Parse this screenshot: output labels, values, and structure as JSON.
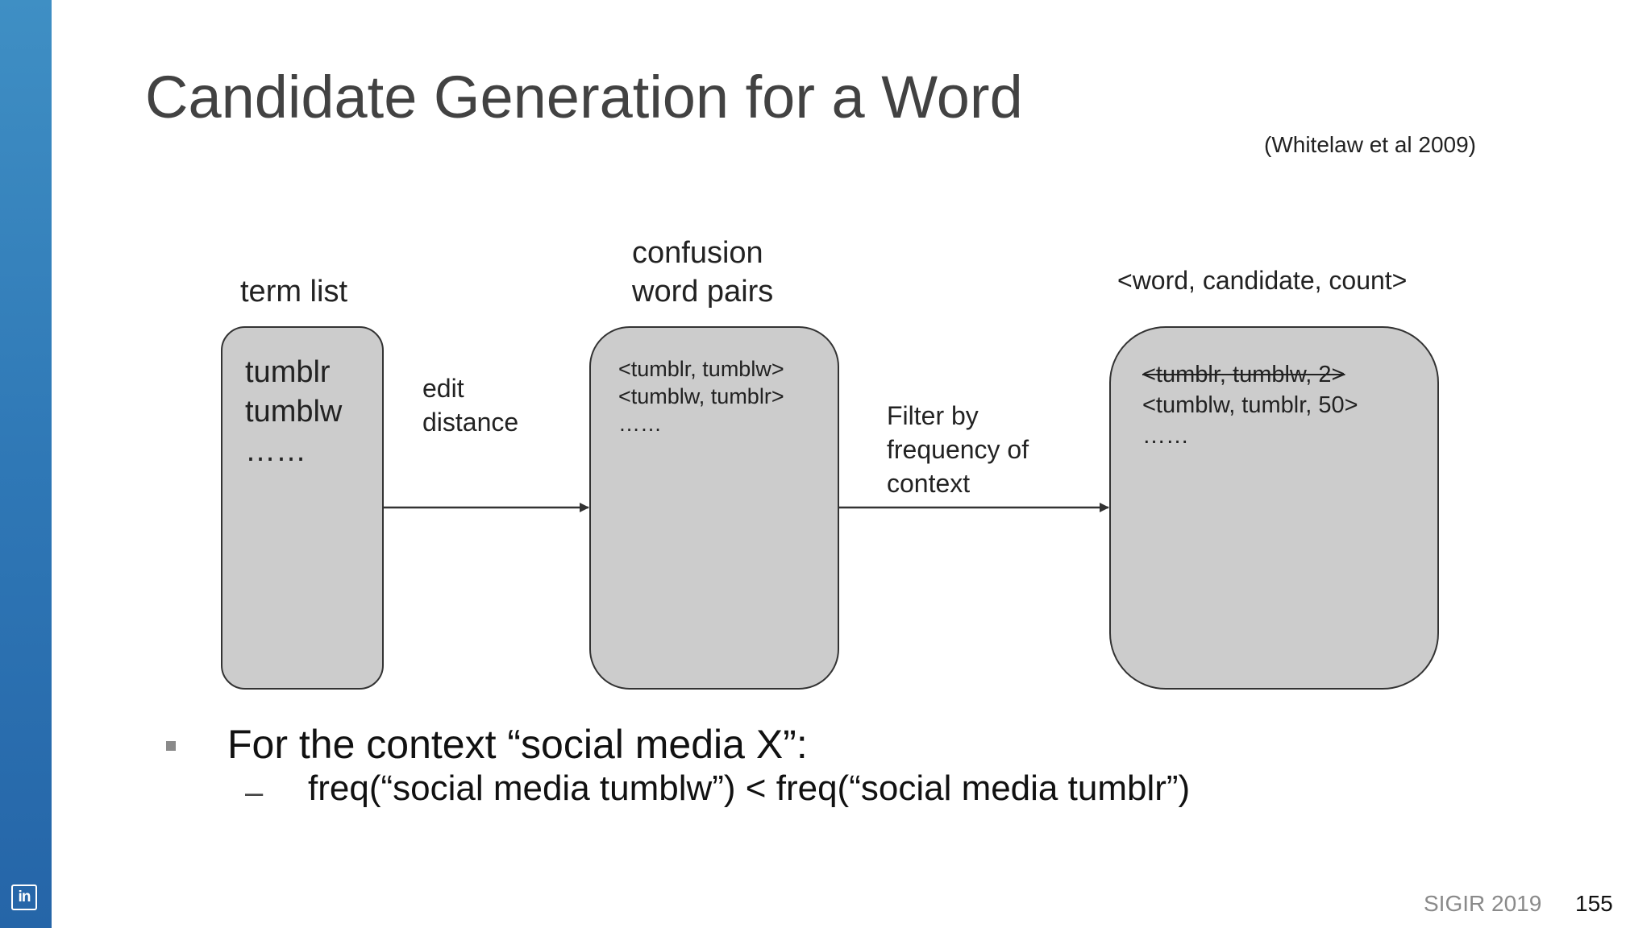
{
  "slide": {
    "title": "Candidate Generation for a Word",
    "citation": "(Whitelaw et al 2009)",
    "footer": {
      "venue": "SIGIR 2019",
      "page": "155"
    },
    "logo": {
      "text": "in",
      "icon": "linkedin-icon"
    }
  },
  "diagram": {
    "term_list": {
      "label": "term list",
      "items": [
        "tumblr",
        "tumblw",
        "……"
      ]
    },
    "confusion_pairs": {
      "label_line1": "confusion",
      "label_line2": "word pairs",
      "items": [
        "<tumblr, tumblw>",
        "<tumblw, tumblr>",
        "……"
      ]
    },
    "counts": {
      "label": "<word, candidate, count>",
      "items": [
        "<tumblr, tumblw, 2>",
        "<tumblw, tumblr, 50>",
        "……"
      ],
      "struck_item": "<tumblr, tumblw, 2>"
    },
    "edges": {
      "edit_distance": {
        "line1": "edit",
        "line2": "distance"
      },
      "filter": {
        "line1": "Filter by",
        "line2": "frequency of",
        "line3": "context"
      }
    }
  },
  "bullets": {
    "main": "For the context “social media X”:",
    "sub_dash": "–",
    "sub": "freq(“social media tumblw”) < freq(“social media tumblr”)"
  }
}
